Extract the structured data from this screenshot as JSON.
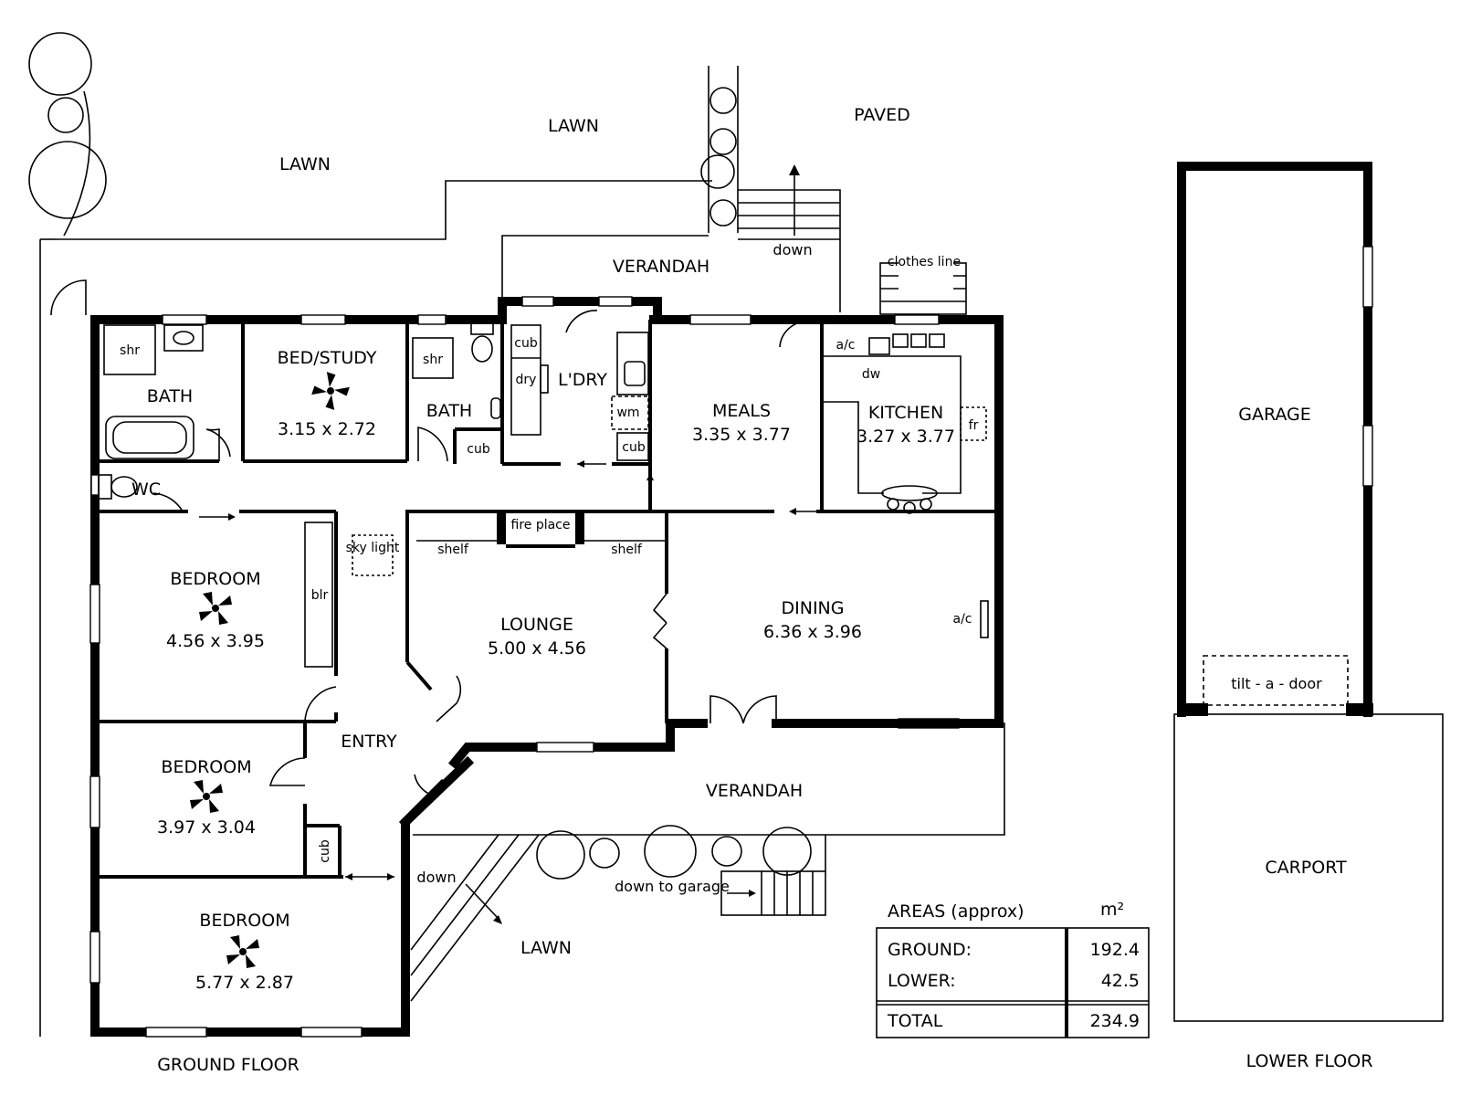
{
  "colors": {
    "background": "#ffffff",
    "ink": "#000000"
  },
  "outdoor": {
    "lawn_top_left": "LAWN",
    "lawn_top_middle": "LAWN",
    "paved": "PAVED",
    "lawn_bottom": "LAWN"
  },
  "verandah": {
    "top": "VERANDAH",
    "bottom": "VERANDAH"
  },
  "rooms": {
    "bath1": {
      "name": "BATH",
      "shower": "shr"
    },
    "bed_study": {
      "name": "BED/STUDY",
      "size": "3.15 x 2.72"
    },
    "bath2": {
      "name": "BATH",
      "shower": "shr",
      "cupboard": "cub"
    },
    "laundry": {
      "name": "L'DRY",
      "cupboard_top": "cub",
      "dryer": "dry",
      "washer": "wm",
      "cupboard_bottom": "cub"
    },
    "meals": {
      "name": "MEALS",
      "size": "3.35 x 3.77"
    },
    "kitchen": {
      "name": "KITCHEN",
      "size": "3.27 x 3.77",
      "aircon": "a/c",
      "dishwasher": "dw",
      "fridge": "fr"
    },
    "wc": {
      "name": "WC"
    },
    "bedroom1": {
      "name": "BEDROOM",
      "size": "4.56 x 3.95",
      "robe": "blr"
    },
    "skylight": "sky light",
    "lounge": {
      "name": "LOUNGE",
      "size": "5.00 x 4.56",
      "shelf_left": "shelf",
      "shelf_right": "shelf",
      "fireplace": "fire place"
    },
    "dining": {
      "name": "DINING",
      "size": "6.36 x 3.96",
      "aircon": "a/c"
    },
    "entry": {
      "name": "ENTRY"
    },
    "bedroom2": {
      "name": "BEDROOM",
      "size": "3.97 x 3.04",
      "cupboard": "cub"
    },
    "bedroom3": {
      "name": "BEDROOM",
      "size": "5.77 x 2.87"
    }
  },
  "annotations": {
    "down_top": "down",
    "clothes_line": "clothes line",
    "down_left": "down",
    "down_to_garage": "down to garage"
  },
  "lower": {
    "garage": "GARAGE",
    "tilt_door": "tilt - a - door",
    "carport": "CARPORT"
  },
  "floor_labels": {
    "ground": "GROUND FLOOR",
    "lower": "LOWER FLOOR"
  },
  "areas": {
    "title": "AREAS (approx)",
    "unit": "m²",
    "rows": [
      {
        "label": "GROUND:",
        "value": "192.4"
      },
      {
        "label": "LOWER:",
        "value": "42.5"
      }
    ],
    "total_label": "TOTAL",
    "total_value": "234.9"
  }
}
